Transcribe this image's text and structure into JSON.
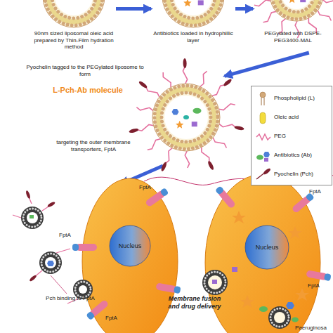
{
  "diagram": {
    "nodes": [
      {
        "text": [
          "90nm sized liposomal oleic acid prepared by Thin-Film hydration method"
        ]
      },
      {
        "text": [
          "Antibiotics loaded in hydrophillic layer"
        ]
      },
      {
        "text": [
          "PEGylated with DSPE-PEG3400-MAL"
        ]
      },
      {
        "text": [
          "Pyochelin tagged to the PEGylated liposome to form",
          "L-Pch-Ab molecule"
        ]
      },
      {
        "text": [
          "Nucleus"
        ]
      },
      {
        "text": [
          "Nucleus"
        ]
      }
    ],
    "edges": [
      {
        "from": 0,
        "to": 1,
        "arrow": "to"
      },
      {
        "from": 1,
        "to": 2,
        "arrow": "to"
      },
      {
        "from": 2,
        "to": 3,
        "arrow": "to"
      }
    ],
    "labels": [
      "targeting the outer membrane transporters, FptA",
      "FptA",
      "FptA",
      "FptA",
      "FptA",
      "FptA",
      "Pch binding to FptA",
      "Membrane fusion and drug delivery",
      "Paeruginosa"
    ],
    "legend": [
      {
        "text": "Phospholipid (L)"
      },
      {
        "text": "Oleic acid"
      },
      {
        "text": "PEG"
      },
      {
        "text": "Antibiotics (Ab)"
      },
      {
        "text": "Pyochelin (Pch)"
      }
    ]
  }
}
